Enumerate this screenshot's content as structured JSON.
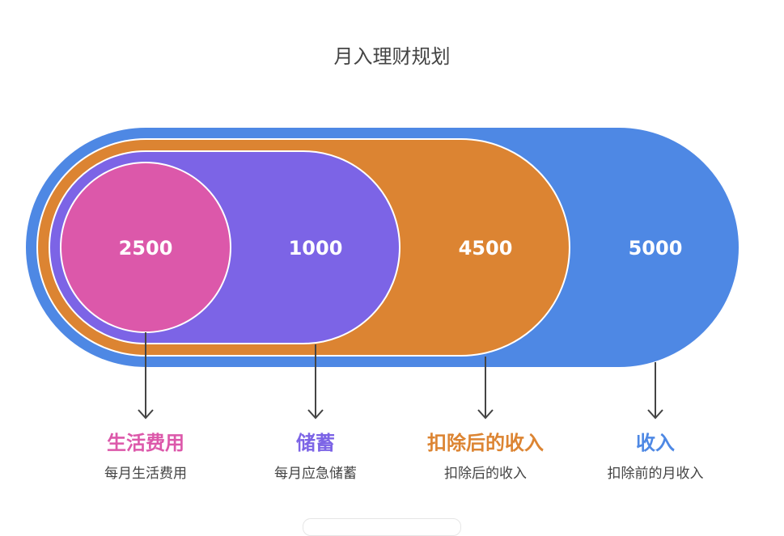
{
  "title": "月入理财规划",
  "colors": {
    "income": "#4e88e4",
    "after_deduction": "#dc8432",
    "savings": "#7c64e6",
    "living": "#dc58aa",
    "arrow": "#444444",
    "outline": "#ffffff"
  },
  "levels": [
    {
      "id": "living",
      "value": "2500",
      "title": "生活费用",
      "desc": "每月生活费用",
      "color": "#dc58aa"
    },
    {
      "id": "savings",
      "value": "1000",
      "title": "储蓄",
      "desc": "每月应急储蓄",
      "color": "#7c64e6"
    },
    {
      "id": "after_deduction",
      "value": "4500",
      "title": "扣除后的收入",
      "desc": "扣除后的收入",
      "color": "#dc8432"
    },
    {
      "id": "income",
      "value": "5000",
      "title": "收入",
      "desc": "扣除前的月收入",
      "color": "#4e88e4"
    }
  ]
}
